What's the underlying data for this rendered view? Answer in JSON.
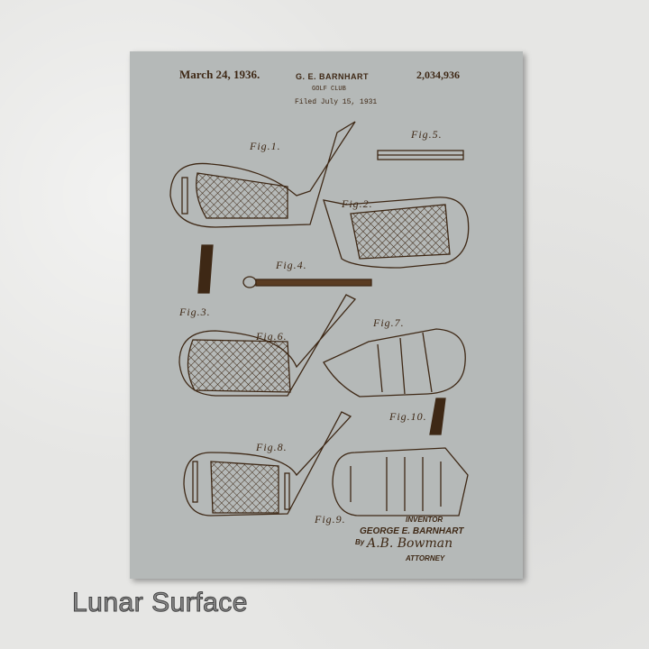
{
  "patent": {
    "date": "March 24, 1936.",
    "inventor_header": "G. E. BARNHART",
    "title": "GOLF CLUB",
    "filed": "Filed July 15, 1931",
    "number": "2,034,936"
  },
  "figures": [
    "Fig.1.",
    "Fig.2.",
    "Fig.3.",
    "Fig.4.",
    "Fig.5.",
    "Fig.6.",
    "Fig.7.",
    "Fig.8.",
    "Fig.9.",
    "Fig.10."
  ],
  "signature": {
    "inventor_label": "INVENTOR",
    "inventor_name": "GEORGE E. BARNHART",
    "by": "By",
    "attorney_name": "A.B. Bowman",
    "attorney_label": "ATTORNEY"
  },
  "caption": "Lunar Surface",
  "colors": {
    "poster": "#b5b9b8",
    "ink": "#3e2815",
    "background": "#e6e6e4"
  }
}
